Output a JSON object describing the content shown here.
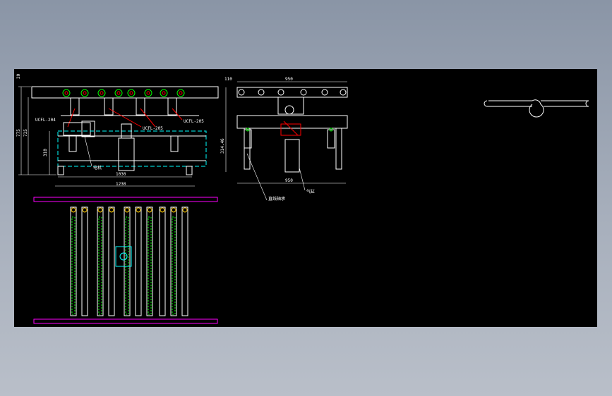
{
  "colors": {
    "canvas": "#000000",
    "line": "#ffffff",
    "center": "#00ffff",
    "accent": "#ff0000",
    "roller": "#00ff00",
    "bolt": "#ffcc00",
    "frame": "#ff00ff"
  },
  "front_view": {
    "dim_top": "20",
    "dim_total_height": "775",
    "dim_mid": "735",
    "dim_lower": "310",
    "dim_inner_width": "1030",
    "dim_outer_width": "1230",
    "label_bearing_204": "UCFL-204",
    "label_bearing_205_a": "UCFL-205",
    "label_bearing_205_b": "UCFL-205",
    "label_motor": "电机"
  },
  "side_view": {
    "dim_top_small": "110",
    "dim_top_width": "950",
    "dim_height": "314.46",
    "dim_bottom_width": "950",
    "label_linear_bearing": "直线轴承",
    "label_cylinder": "气缸"
  }
}
